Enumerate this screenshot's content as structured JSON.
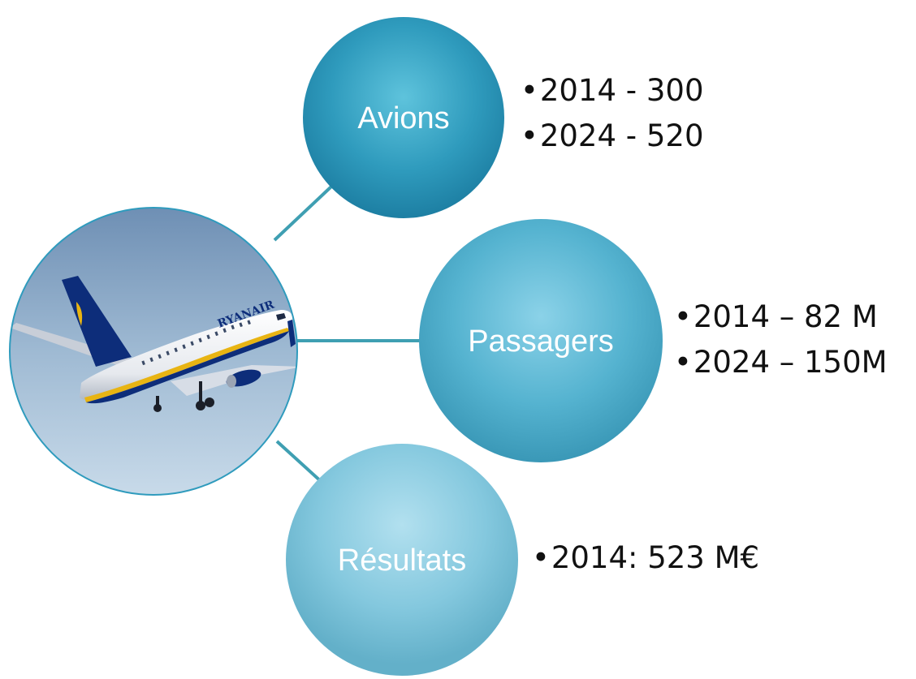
{
  "nodes": {
    "avions": {
      "label": "Avions",
      "items": [
        "2014 - 300",
        "2024 - 520"
      ]
    },
    "passagers": {
      "label": "Passagers",
      "items": [
        "2014 – 82 M",
        "2024 – 150M"
      ]
    },
    "resultats": {
      "label": "Résultats",
      "items": [
        "2014: 523 M€"
      ]
    }
  },
  "center_image": {
    "subject": "Ryanair airplane taking off",
    "livery_text": "RYANAIR"
  },
  "colors": {
    "connector": "#3f9fb2",
    "avions_circle": "#2b95b5",
    "passagers_circle": "#4fb0cc",
    "resultats_circle": "#7ec5dc",
    "node_text": "#ffffff",
    "sky_light": "#c7dced",
    "sky_dark": "#7f9fbf",
    "plane_tail": "#0d2d7a",
    "plane_stripe": "#e8b413"
  }
}
